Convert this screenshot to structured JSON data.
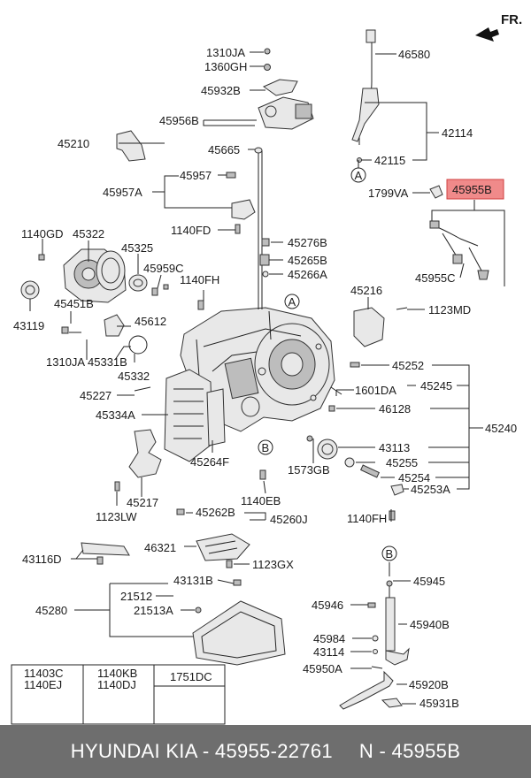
{
  "direction_label": "FR.",
  "labels": {
    "p1310JA_top": "1310JA",
    "p1360GH": "1360GH",
    "p45932B": "45932B",
    "p45956B": "45956B",
    "p45210": "45210",
    "p45665": "45665",
    "p45957": "45957",
    "p45957A": "45957A",
    "p1140FD": "1140FD",
    "p1140GD": "1140GD",
    "p45322": "45322",
    "p45325": "45325",
    "p45959C": "45959C",
    "p43119": "43119",
    "p1140FH_mid": "1140FH",
    "p45451B": "45451B",
    "p45612": "45612",
    "p1310JA_low": "1310JA",
    "p45331B": "45331B",
    "p45332": "45332",
    "p45227": "45227",
    "p45334A": "45334A",
    "p45264F": "45264F",
    "p45217": "45217",
    "p1123LW": "1123LW",
    "p1140EB": "1140EB",
    "p45262B": "45262B",
    "p45260J": "45260J",
    "p45276B": "45276B",
    "p45265B": "45265B",
    "p45266A": "45266A",
    "p45216": "45216",
    "p1123MD": "1123MD",
    "p45252": "45252",
    "p1601DA": "1601DA",
    "p45245": "45245",
    "p46128": "46128",
    "p45240": "45240",
    "p43113": "43113",
    "p1573GB": "1573GB",
    "p45255": "45255",
    "p45254": "45254",
    "p45253A": "45253A",
    "p1140FH_low": "1140FH",
    "p46580": "46580",
    "p42114": "42114",
    "p42115": "42115",
    "p1799VA": "1799VA",
    "p45955B": "45955B",
    "p45955C": "45955C",
    "p46321": "46321",
    "p43116D": "43116D",
    "p1123GX": "1123GX",
    "p43131B": "43131B",
    "p21512": "21512",
    "p45280": "45280",
    "p21513A": "21513A",
    "p45945": "45945",
    "p45946": "45946",
    "p45940B": "45940B",
    "p45984": "45984",
    "p43114": "43114",
    "p45950A": "45950A",
    "p45920B": "45920B",
    "p45931B": "45931B"
  },
  "callouts": {
    "a_top": "A",
    "a_left": "A",
    "b_main": "B",
    "b_shift": "B"
  },
  "legend_table": {
    "col1_line1": "11403C",
    "col1_line2": "1140EJ",
    "col2_line1": "1140KB",
    "col2_line2": "1140DJ",
    "col3_line1": "1751DC"
  },
  "footer": {
    "brand_part": "HYUNDAI KIA - 45955-22761",
    "ref_part": "N - 45955B"
  },
  "colors": {
    "highlight_fill": "#f08a8a",
    "highlight_border": "#d04040",
    "footer_background": "#6e6e6e",
    "footer_text": "#ffffff"
  }
}
